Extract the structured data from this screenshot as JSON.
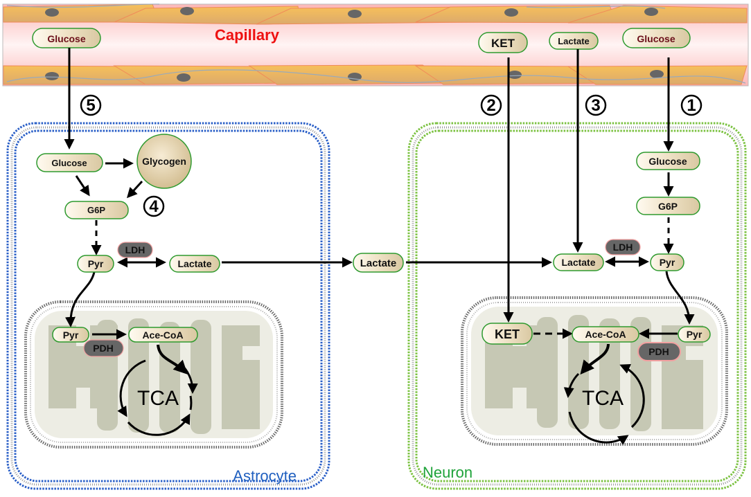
{
  "capillary": {
    "label": "Capillary",
    "label_color": "#ee1111",
    "molecules": {
      "glucose_left": "Glucose",
      "ket": "KET",
      "lactate": "Lactate",
      "glucose_right": "Glucose"
    }
  },
  "pathway_numbers": {
    "one": "1",
    "two": "2",
    "three": "3",
    "four": "4",
    "five": "5"
  },
  "astrocyte": {
    "label": "Astrocyte",
    "label_color": "#1f5fbf",
    "membrane_color": "#2a5fc7",
    "nodes": {
      "glucose": "Glucose",
      "glycogen": "Glycogen",
      "g6p": "G6P",
      "pyr": "Pyr",
      "lactate": "Lactate",
      "ldh": "LDH",
      "mito_pyr": "Pyr",
      "pdh": "PDH",
      "ace_coa": "Ace-CoA",
      "tca": "TCA"
    }
  },
  "shuttle": {
    "lactate": "Lactate"
  },
  "neuron": {
    "label": "Neuron",
    "label_color": "#1fa33a",
    "membrane_color": "#7cc242",
    "nodes": {
      "glucose": "Glucose",
      "g6p": "G6P",
      "pyr": "Pyr",
      "lactate": "Lactate",
      "ldh": "LDH",
      "ket": "KET",
      "ace_coa": "Ace-CoA",
      "mito_pyr": "Pyr",
      "pdh": "PDH",
      "tca": "TCA"
    }
  }
}
